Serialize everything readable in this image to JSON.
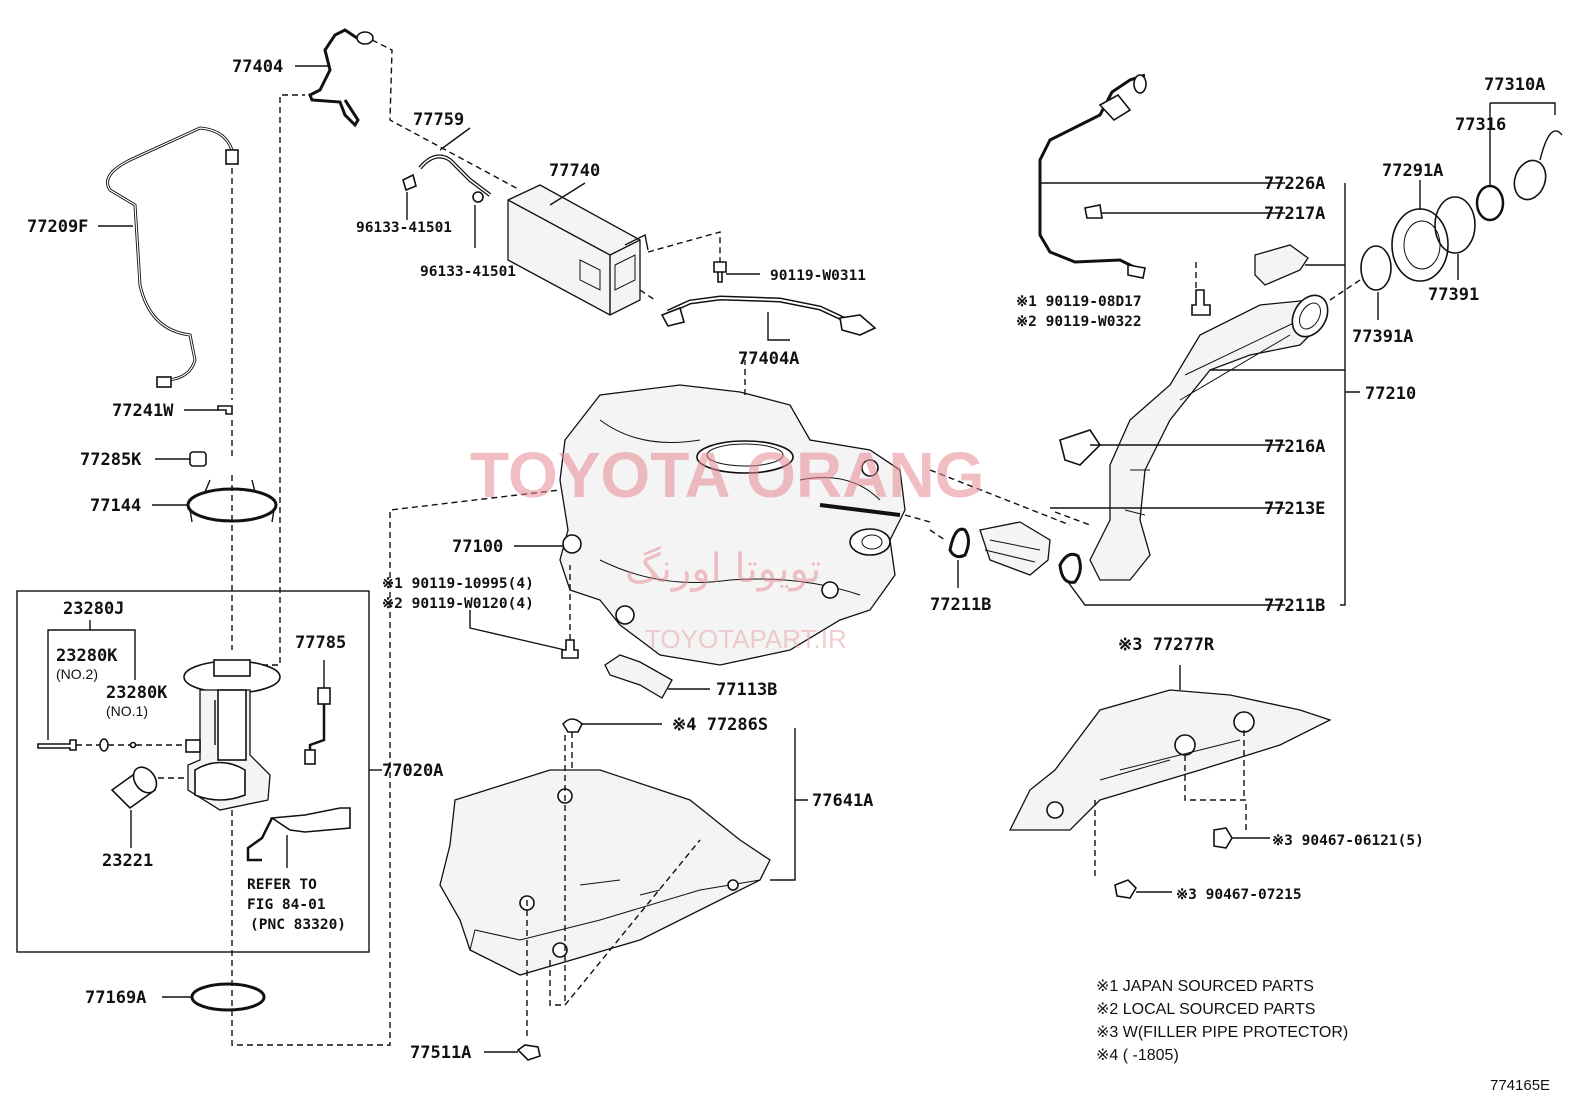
{
  "labels": {
    "p77404": "77404",
    "p77759": "77759",
    "p77740": "77740",
    "p96133a": "96133-41501",
    "p96133b": "96133-41501",
    "p90119w0311": "90119-W0311",
    "p77404a": "77404A",
    "p77209f": "77209F",
    "p77241w": "77241W",
    "p77285k": "77285K",
    "p77144": "77144",
    "p77100": "77100",
    "p90119_10995": "※1 90119-10995(4)",
    "p90119_w0120": "※2 90119-W0120(4)",
    "p23280j": "23280J",
    "p23280k1": "23280K",
    "no2": "(NO.2)",
    "p23280k2": "23280K",
    "no1": "(NO.1)",
    "p77785": "77785",
    "p77020a": "77020A",
    "p23221": "23221",
    "refer1": "REFER TO",
    "refer2": "FIG 84-01",
    "refer3": "(PNC 83320)",
    "p77113b": "77113B",
    "p77286s": "※4 77286S",
    "p77641a": "77641A",
    "p77169a": "77169A",
    "p77511a": "77511A",
    "p77310a": "77310A",
    "p77316": "77316",
    "p77291a": "77291A",
    "p77226a": "77226A",
    "p77217a": "77217A",
    "p90119_08d17": "※1 90119-08D17",
    "p90119_w0322": "※2 90119-W0322",
    "p77391": "77391",
    "p77391a": "77391A",
    "p77210": "77210",
    "p77216a": "77216A",
    "p77213e": "77213E",
    "p77211b_l": "77211B",
    "p77211b_r": "77211B",
    "p77277r": "※3 77277R",
    "p90467_06121": "※3 90467-06121(5)",
    "p90467_07215": "※3 90467-07215"
  },
  "notes": {
    "n1": "※1 JAPAN SOURCED PARTS",
    "n2": "※2 LOCAL SOURCED PARTS",
    "n3": "※3 W(FILLER PIPE PROTECTOR)",
    "n4": "※4 (        -1805)"
  },
  "figure_code": "774165E",
  "watermark": {
    "main": "TOYOTA ORANG",
    "persian": "تویوتا اورنگ",
    "site": "TOYOTAPART.IR"
  }
}
